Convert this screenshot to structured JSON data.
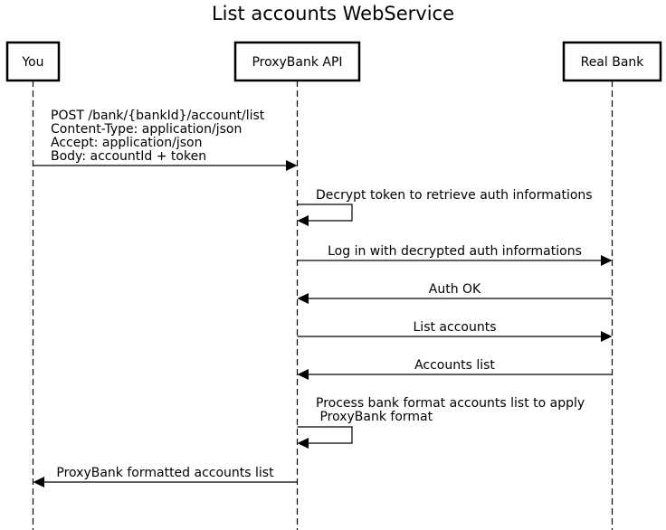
{
  "title": "List accounts WebService",
  "participants": [
    {
      "id": "you",
      "label": "You"
    },
    {
      "id": "api",
      "label": "ProxyBank API"
    },
    {
      "id": "bank",
      "label": "Real Bank"
    }
  ],
  "messages": [
    {
      "from": "you",
      "to": "api",
      "lines": [
        "POST /bank/{bankId}/account/list",
        "Content-Type: application/json",
        "Accept: application/json",
        "Body: accountId + token"
      ]
    },
    {
      "from": "api",
      "to": "api",
      "lines": [
        "Decrypt token to retrieve auth informations"
      ]
    },
    {
      "from": "api",
      "to": "bank",
      "lines": [
        "Log in with decrypted auth informations"
      ]
    },
    {
      "from": "bank",
      "to": "api",
      "lines": [
        "Auth OK"
      ]
    },
    {
      "from": "api",
      "to": "bank",
      "lines": [
        "List accounts"
      ]
    },
    {
      "from": "bank",
      "to": "api",
      "lines": [
        "Accounts list"
      ]
    },
    {
      "from": "api",
      "to": "api",
      "lines": [
        "Process bank format accounts list to apply",
        " ProxyBank format"
      ]
    },
    {
      "from": "api",
      "to": "you",
      "lines": [
        "ProxyBank formatted accounts list"
      ]
    }
  ]
}
